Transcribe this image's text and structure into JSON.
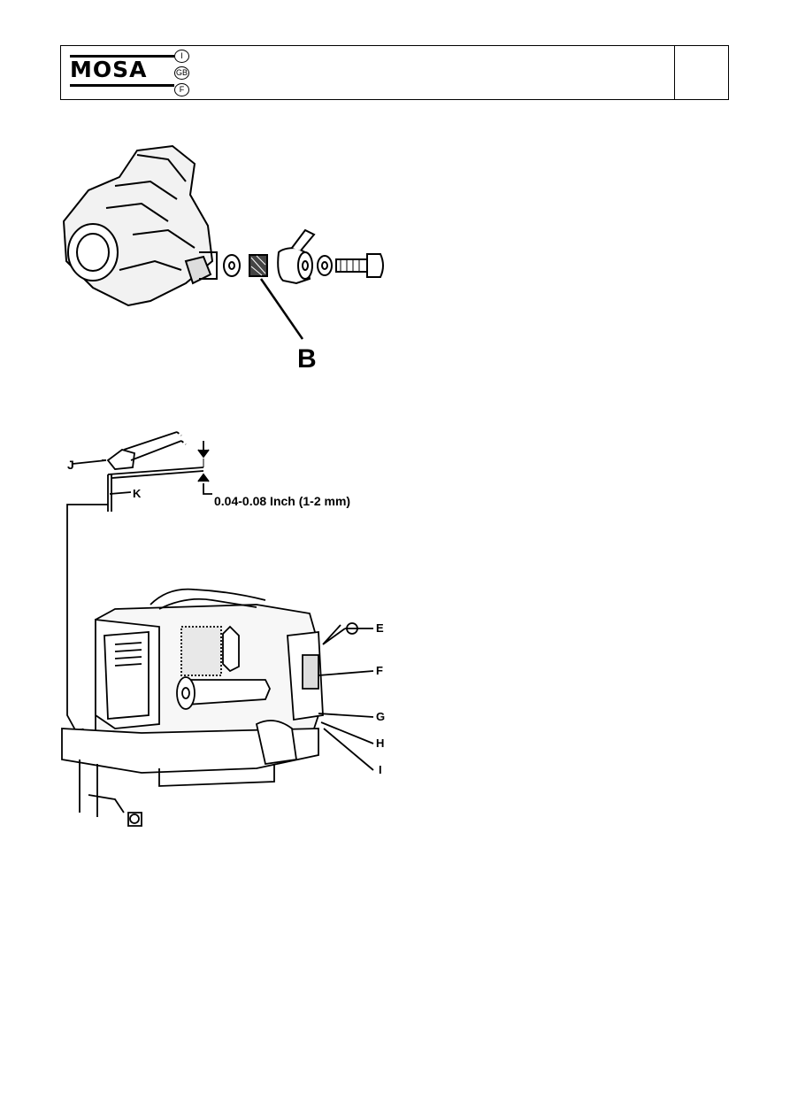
{
  "header": {
    "logo_text": "MOSA",
    "languages": [
      "I",
      "GB",
      "F"
    ]
  },
  "figure1": {
    "callout": "B"
  },
  "figure2": {
    "labels": {
      "j": "J",
      "k": "K",
      "e": "E",
      "f": "F",
      "g": "G",
      "h": "H",
      "i": "I"
    },
    "gap_spec": "0.04-0.08 Inch (1-2 mm)"
  }
}
